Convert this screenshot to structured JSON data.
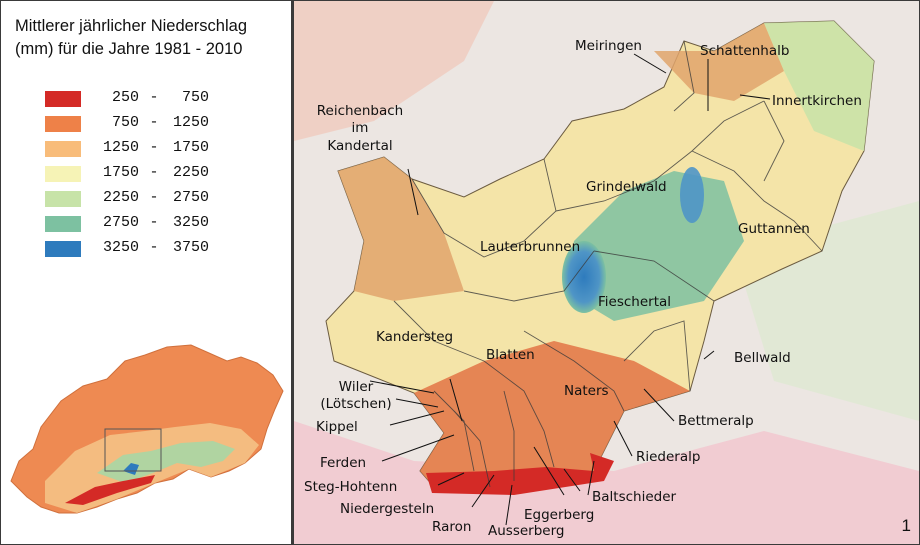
{
  "legend": {
    "title": "Mittlerer jährlicher Niederschlag (mm) für die Jahre 1981 - 2010",
    "classes": [
      {
        "min": "250",
        "max": "750",
        "color": "#d42a26"
      },
      {
        "min": "750",
        "max": "1250",
        "color": "#ee8148"
      },
      {
        "min": "1250",
        "max": "1750",
        "color": "#f8bc7a"
      },
      {
        "min": "1750",
        "max": "2250",
        "color": "#f6f3b6"
      },
      {
        "min": "2250",
        "max": "2750",
        "color": "#c7e3a8"
      },
      {
        "min": "2750",
        "max": "3250",
        "color": "#7dc1a1"
      },
      {
        "min": "3250",
        "max": "3750",
        "color": "#2e7bbd"
      }
    ]
  },
  "map": {
    "labels": {
      "meiringen": "Meiringen",
      "schattenhalb": "Schattenhalb",
      "innertkirchen": "Innertkirchen",
      "reichenbach": [
        "Reichenbach",
        "im",
        "Kandertal"
      ],
      "grindelwald": "Grindelwald",
      "guttannen": "Guttannen",
      "lauterbrunnen": "Lauterbrunnen",
      "fieschertal": "Fieschertal",
      "kandersteg": "Kandersteg",
      "blatten": "Blatten",
      "bellwald": "Bellwald",
      "wiler": [
        "Wiler",
        "(Lötschen)"
      ],
      "naters": "Naters",
      "kippel": "Kippel",
      "bettmeralp": "Bettmeralp",
      "ferden": "Ferden",
      "riederalp": "Riederalp",
      "steg_hohtenn": "Steg-Hohtenn",
      "baltschieder": "Baltschieder",
      "niedergesteln": "Niedergesteln",
      "eggerberg": "Eggerberg",
      "raron": "Raron",
      "ausserberg": "Ausserberg"
    }
  },
  "figure_number": "1"
}
